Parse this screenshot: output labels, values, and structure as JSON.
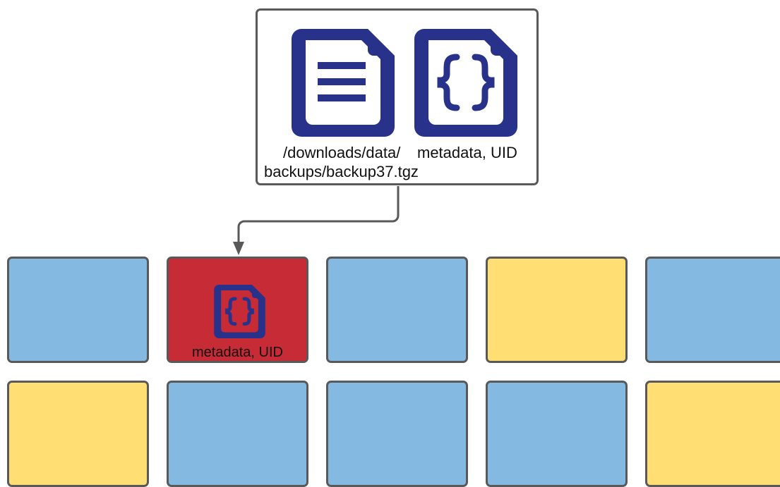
{
  "top_box": {
    "archive_caption_line1": "/downloads/data/",
    "archive_caption_line2": "backups/backup37.tgz",
    "metadata_caption": "metadata, UID"
  },
  "colors": {
    "border": "#595959",
    "icon_navy": "#28328A",
    "blue": "#84B9E2",
    "yellow": "#FFDE74",
    "red": "#C72B36"
  },
  "grid": {
    "rows": [
      [
        {
          "color": "blue",
          "caption": ""
        },
        {
          "color": "red",
          "caption": "metadata, UID",
          "icon": "json-file-icon"
        },
        {
          "color": "blue",
          "caption": ""
        },
        {
          "color": "yellow",
          "caption": ""
        },
        {
          "color": "blue",
          "caption": ""
        }
      ],
      [
        {
          "color": "yellow",
          "caption": ""
        },
        {
          "color": "blue",
          "caption": ""
        },
        {
          "color": "blue",
          "caption": ""
        },
        {
          "color": "blue",
          "caption": ""
        },
        {
          "color": "yellow",
          "caption": ""
        }
      ]
    ]
  }
}
